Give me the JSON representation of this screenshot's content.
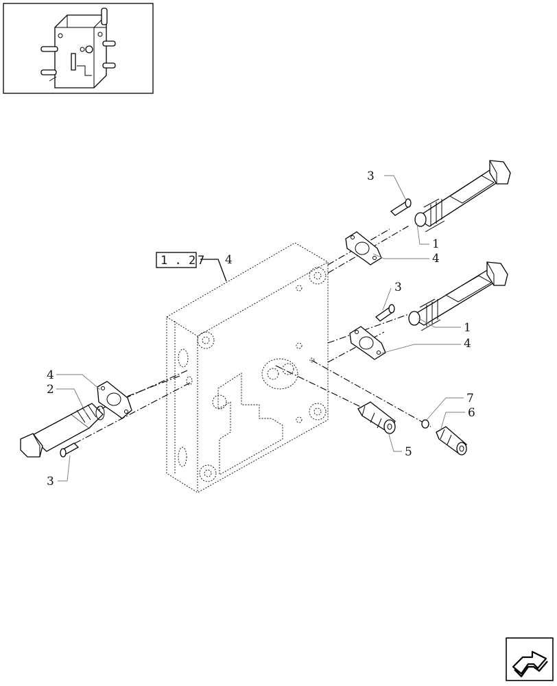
{
  "callouts": [
    {
      "id": "c3a",
      "label": "3"
    },
    {
      "id": "c1a",
      "label": "1"
    },
    {
      "id": "c4a",
      "label": "4"
    },
    {
      "id": "c3b",
      "label": "3"
    },
    {
      "id": "c1b",
      "label": "1"
    },
    {
      "id": "c4b",
      "label": "4"
    },
    {
      "id": "c7",
      "label": "7"
    },
    {
      "id": "c6",
      "label": "6"
    },
    {
      "id": "c5",
      "label": "5"
    },
    {
      "id": "c4c",
      "label": "4"
    },
    {
      "id": "c2",
      "label": "2"
    },
    {
      "id": "c3c",
      "label": "3"
    },
    {
      "id": "c4d",
      "label": "4"
    }
  ],
  "reference": {
    "box": "1 . 2",
    "suffix": "7"
  },
  "nav": {
    "icon": "next-page-arrow-icon"
  }
}
